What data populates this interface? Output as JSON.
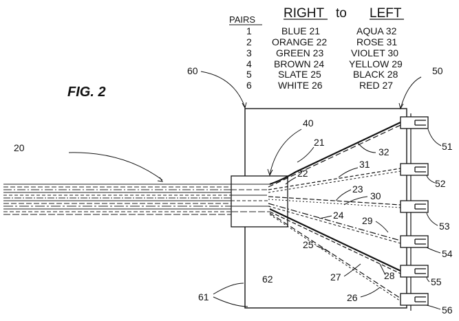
{
  "figure_label": "FIG. 2",
  "table": {
    "pairs_header": "PAIRS",
    "right_header": "RIGHT",
    "to_word": "to",
    "left_header": "LEFT",
    "rows": [
      {
        "pair": "1",
        "right": "BLUE 21",
        "left": "AQUA 32"
      },
      {
        "pair": "2",
        "right": "ORANGE 22",
        "left": "ROSE 31"
      },
      {
        "pair": "3",
        "right": "GREEN 23",
        "left": "VIOLET 30"
      },
      {
        "pair": "4",
        "right": "BROWN 24",
        "left": "YELLOW 29"
      },
      {
        "pair": "5",
        "right": "SLATE 25",
        "left": "BLACK 28"
      },
      {
        "pair": "6",
        "right": "WHITE 26",
        "left": "RED 27"
      }
    ]
  },
  "callouts": {
    "c20": "20",
    "c21": "21",
    "c22": "22",
    "c23": "23",
    "c24": "24",
    "c25": "25",
    "c26": "26",
    "c27": "27",
    "c28": "28",
    "c29": "29",
    "c30": "30",
    "c31": "31",
    "c32": "32",
    "c40": "40",
    "c50": "50",
    "c51": "51",
    "c52": "52",
    "c53": "53",
    "c54": "54",
    "c55": "55",
    "c56": "56",
    "c60": "60",
    "c61": "61",
    "c62": "62"
  }
}
